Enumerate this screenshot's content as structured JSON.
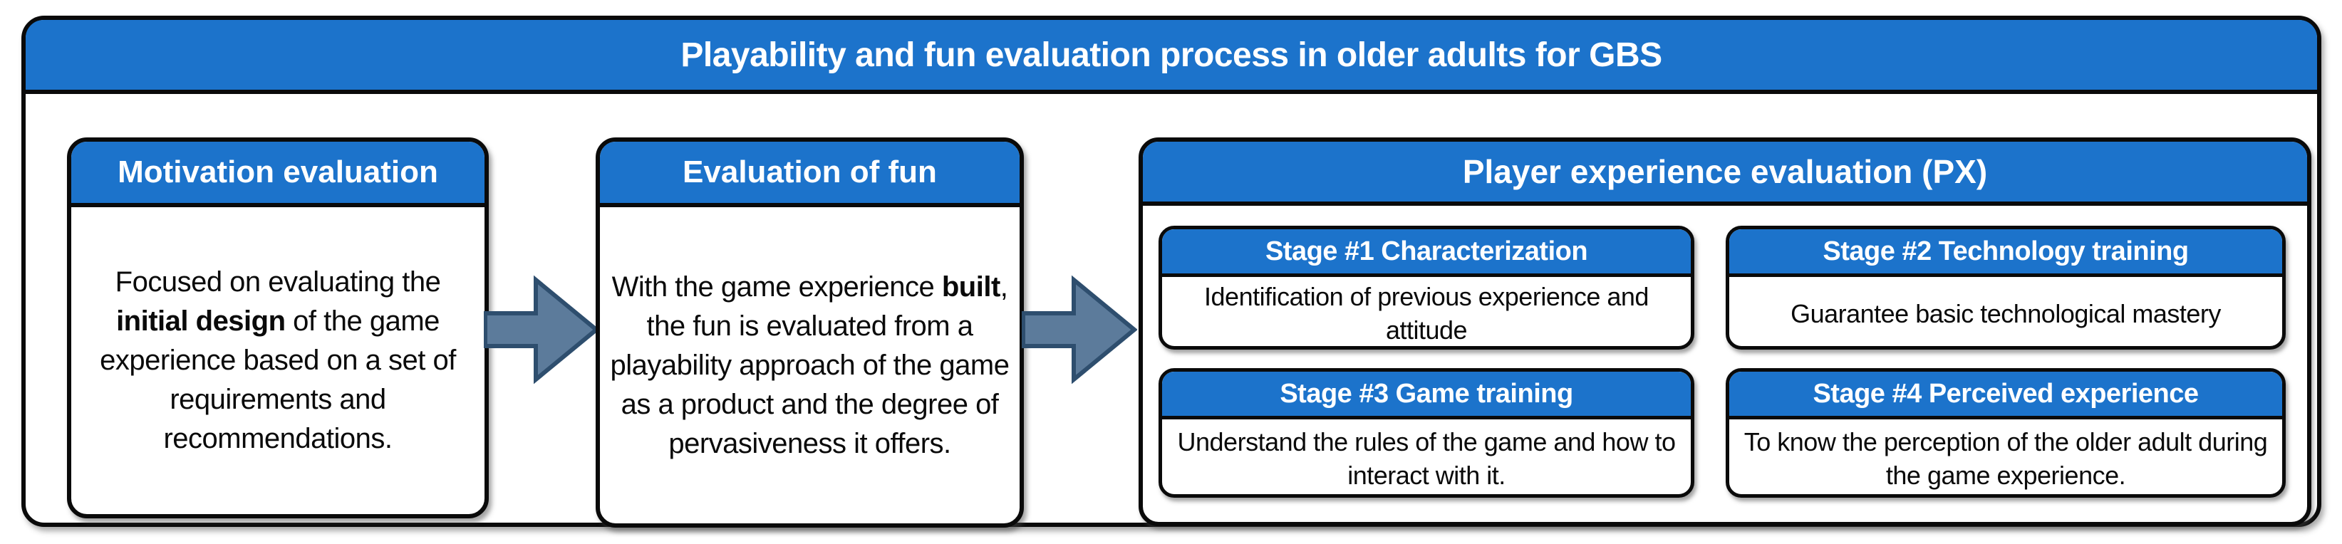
{
  "title": "Playability and fun evaluation process in older adults for GBS",
  "boxes": {
    "motivation": {
      "header": "Motivation evaluation",
      "body_pre": "Focused on evaluating the ",
      "body_bold": "initial design",
      "body_post": " of the game experience based on a set of requirements and recommendations."
    },
    "fun": {
      "header": "Evaluation of fun",
      "body_pre": "With the game experience ",
      "body_bold": "built",
      "body_post": ", the fun is evaluated from a playability approach of the game as a product and the degree of pervasiveness it offers."
    },
    "px": {
      "header": "Player experience evaluation (PX)",
      "stages": [
        {
          "header": "Stage #1 Characterization",
          "body": "Identification of previous experience and attitude"
        },
        {
          "header": "Stage #2 Technology training",
          "body": "Guarantee basic technological mastery"
        },
        {
          "header": "Stage #3 Game training",
          "body": "Understand the rules of the game and how to interact with it."
        },
        {
          "header": "Stage #4 Perceived experience",
          "body": "To know the perception of the older adult during the game experience."
        }
      ]
    }
  },
  "icons": {
    "flow_arrow": "right-block-arrow"
  },
  "colors": {
    "header_blue": "#1c73cb",
    "arrow_fill": "#5c7b9b",
    "arrow_stroke": "#2e4e6e",
    "border_black": "#0a0a0a",
    "text_black": "#0a0a0a",
    "header_text": "#ffffff",
    "background": "#ffffff"
  }
}
